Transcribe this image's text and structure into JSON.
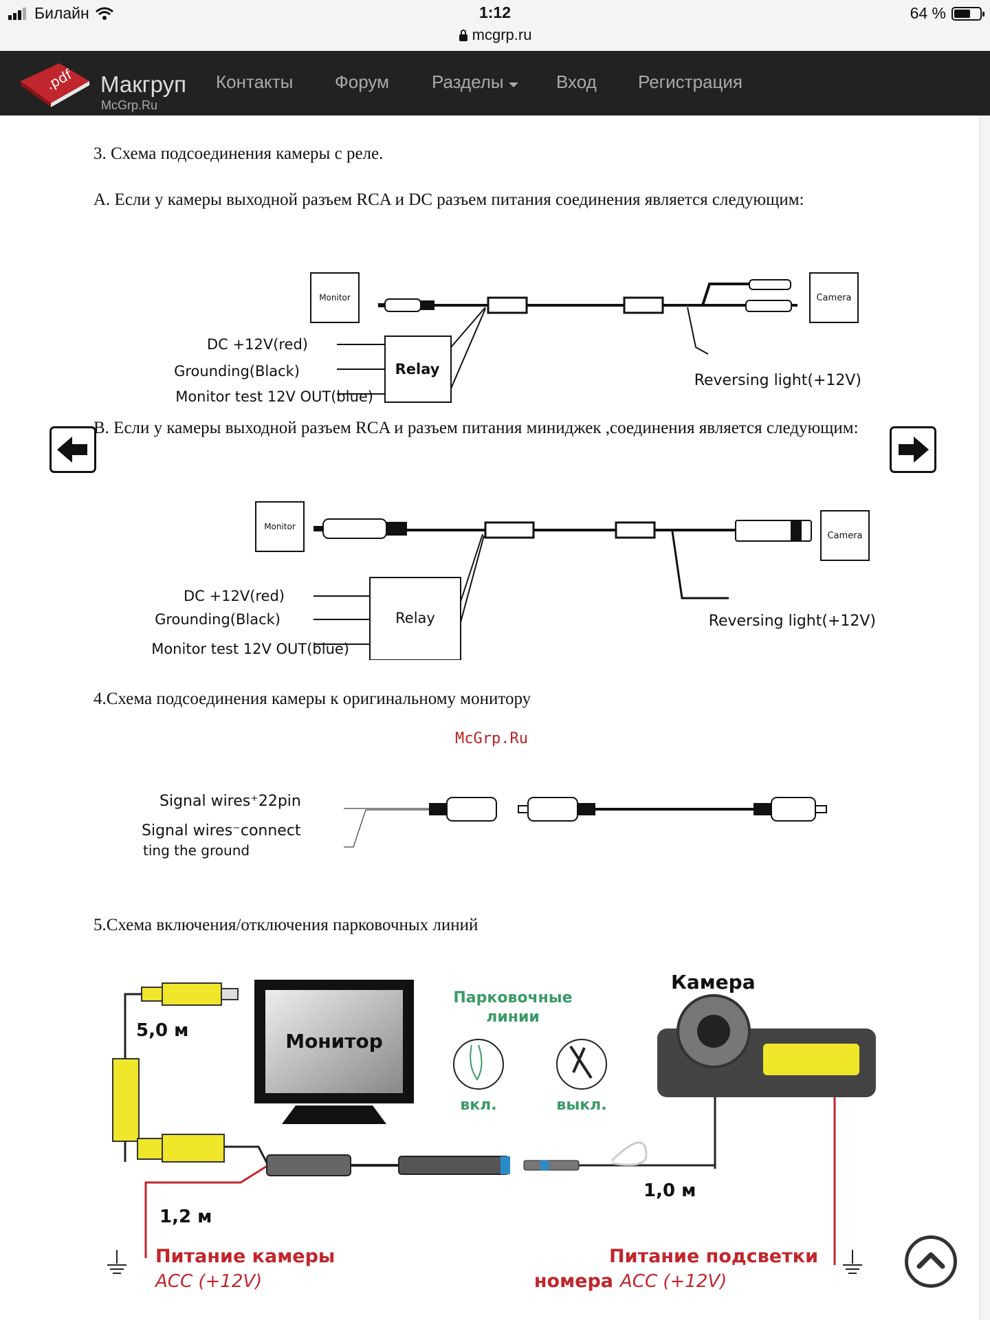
{
  "status_bar": {
    "carrier": "Билайн",
    "time": "1:12",
    "url": "mcgrp.ru",
    "battery": "64 %",
    "battery_level": 0.64
  },
  "nav": {
    "logo_badge": ".pdf",
    "logo_name": "Макгруп",
    "logo_sub": "McGrp.Ru",
    "items": [
      "Контакты",
      "Форум",
      "Разделы",
      "Вход",
      "Регистрация"
    ]
  },
  "content": {
    "heading_3": "3. Схема подсоединения камеры с реле.",
    "para_a": "А. Если у камеры выходной разъем RCA и DC разъем питания соединения является следующим:",
    "para_b": "В. Если у камеры выходной разъем RCA и разъем питания миниджек ,соединения является следующим:",
    "heading_4": "4.Схема подсоединения камеры к оригинальному монитору",
    "watermark": "McGrp.Ru",
    "heading_5": "5.Схема включения/отключения парковочных линий"
  },
  "diagram_a": {
    "monitor": "Monitor",
    "camera": "Camera",
    "relay": "Relay",
    "dc": "DC +12V(red)",
    "ground": "Grounding(Black)",
    "test": "Monitor test 12V OUT(blue)",
    "reverse": "Reversing light(+12V)"
  },
  "diagram_b": {
    "monitor": "Monitor",
    "camera": "Camera",
    "relay": "Relay",
    "dc": "DC +12V(red)",
    "ground": "Grounding(Black)",
    "test": "Monitor test 12V OUT(blue)",
    "reverse": "Reversing light(+12V)"
  },
  "diagram_c": {
    "signal": "Signal wires⁺22pin",
    "signal2": "Signal wires⁻connect",
    "signal3": "ting the ground"
  },
  "diagram_d": {
    "monitor": "Монитор",
    "camera": "Камера",
    "parking": "Парковочные",
    "parking2": "линии",
    "on": "вкл.",
    "off": "выкл.",
    "len1": "5,0 м",
    "len2": "1,2 м",
    "len3": "1,0 м",
    "power_cam": "Питание камеры",
    "power_cam_acc": "ACC (+12V)",
    "power_light": "Питание подсветки",
    "power_light2": "номера",
    "power_light_acc": "ACC (+12V)"
  },
  "colors": {
    "navbar": "#222222",
    "logo_red": "#c0262c",
    "watermark": "#bb2222",
    "rca_yellow": "#f0e62a",
    "green_label": "#3a9a66",
    "power_red": "#c0262c"
  },
  "icons": [
    "wifi-icon",
    "signal-icon",
    "lock-icon",
    "battery-icon",
    "prev-arrow-icon",
    "next-arrow-icon",
    "scroll-top-icon"
  ]
}
